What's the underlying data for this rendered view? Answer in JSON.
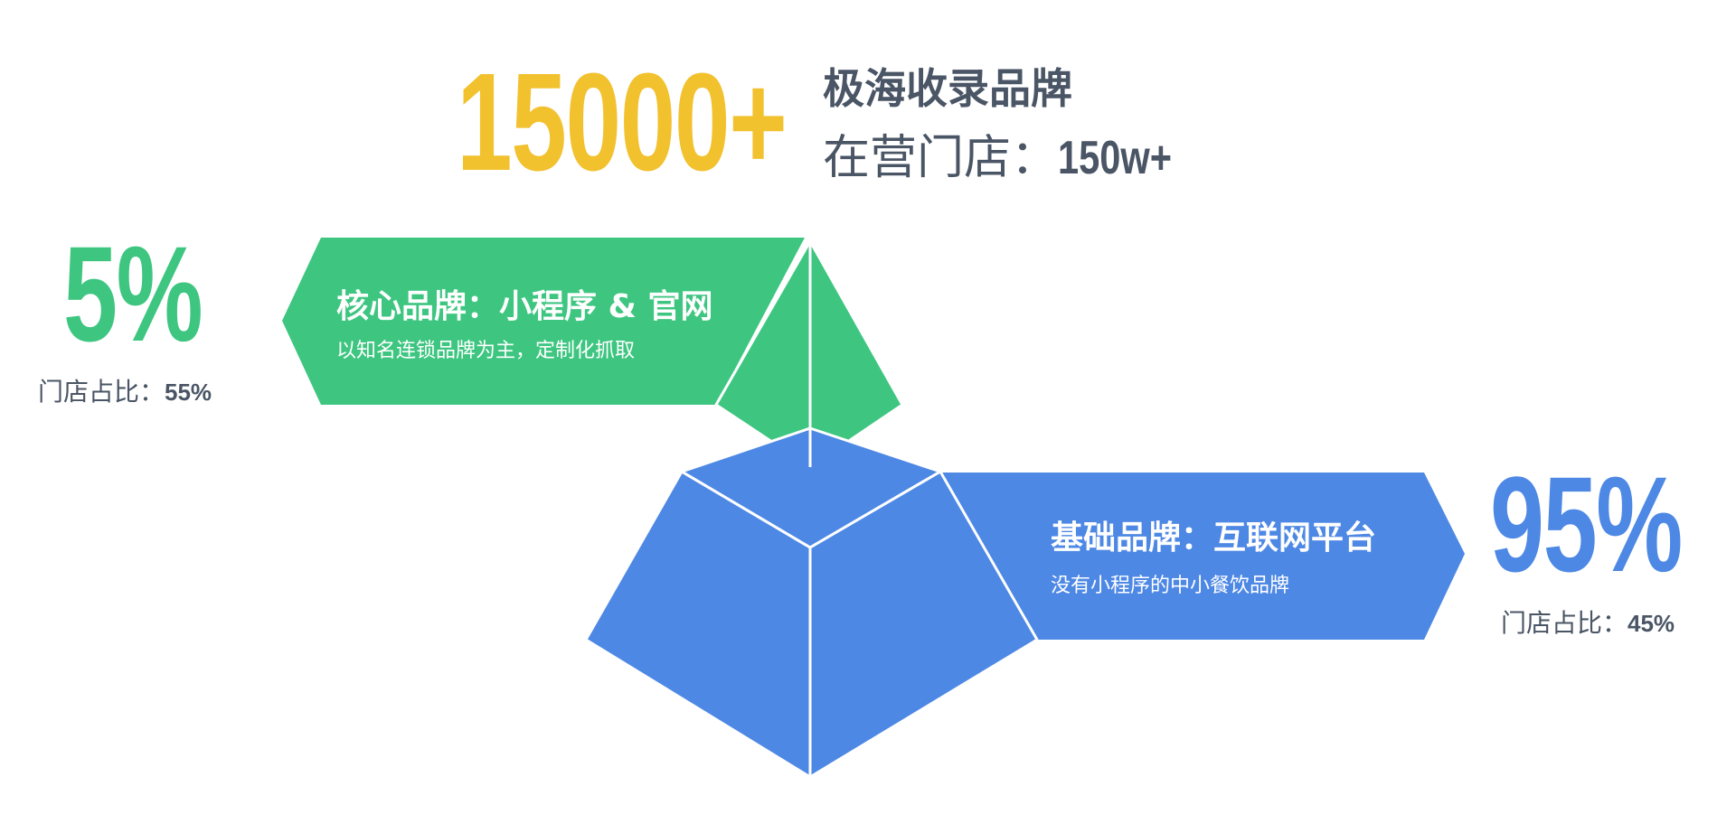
{
  "header": {
    "hero_number": "15000+",
    "brand_count_label": "极海收录品牌",
    "active_stores_label": "在营门店：",
    "active_stores_value": "150w+"
  },
  "core_tier": {
    "percent": "5%",
    "store_share_label": "门店占比：",
    "store_share_value": "55%",
    "title": "核心品牌：小程序 & 官网",
    "description": "以知名连锁品牌为主，定制化抓取"
  },
  "base_tier": {
    "percent": "95%",
    "store_share_label": "门店占比：",
    "store_share_value": "45%",
    "title": "基础品牌：互联网平台",
    "description": "没有小程序的中小餐饮品牌"
  },
  "colors": {
    "green": "#3ec681",
    "blue": "#4e88e5",
    "yellow": "#f2c12e",
    "text_gray": "#4a5565"
  }
}
